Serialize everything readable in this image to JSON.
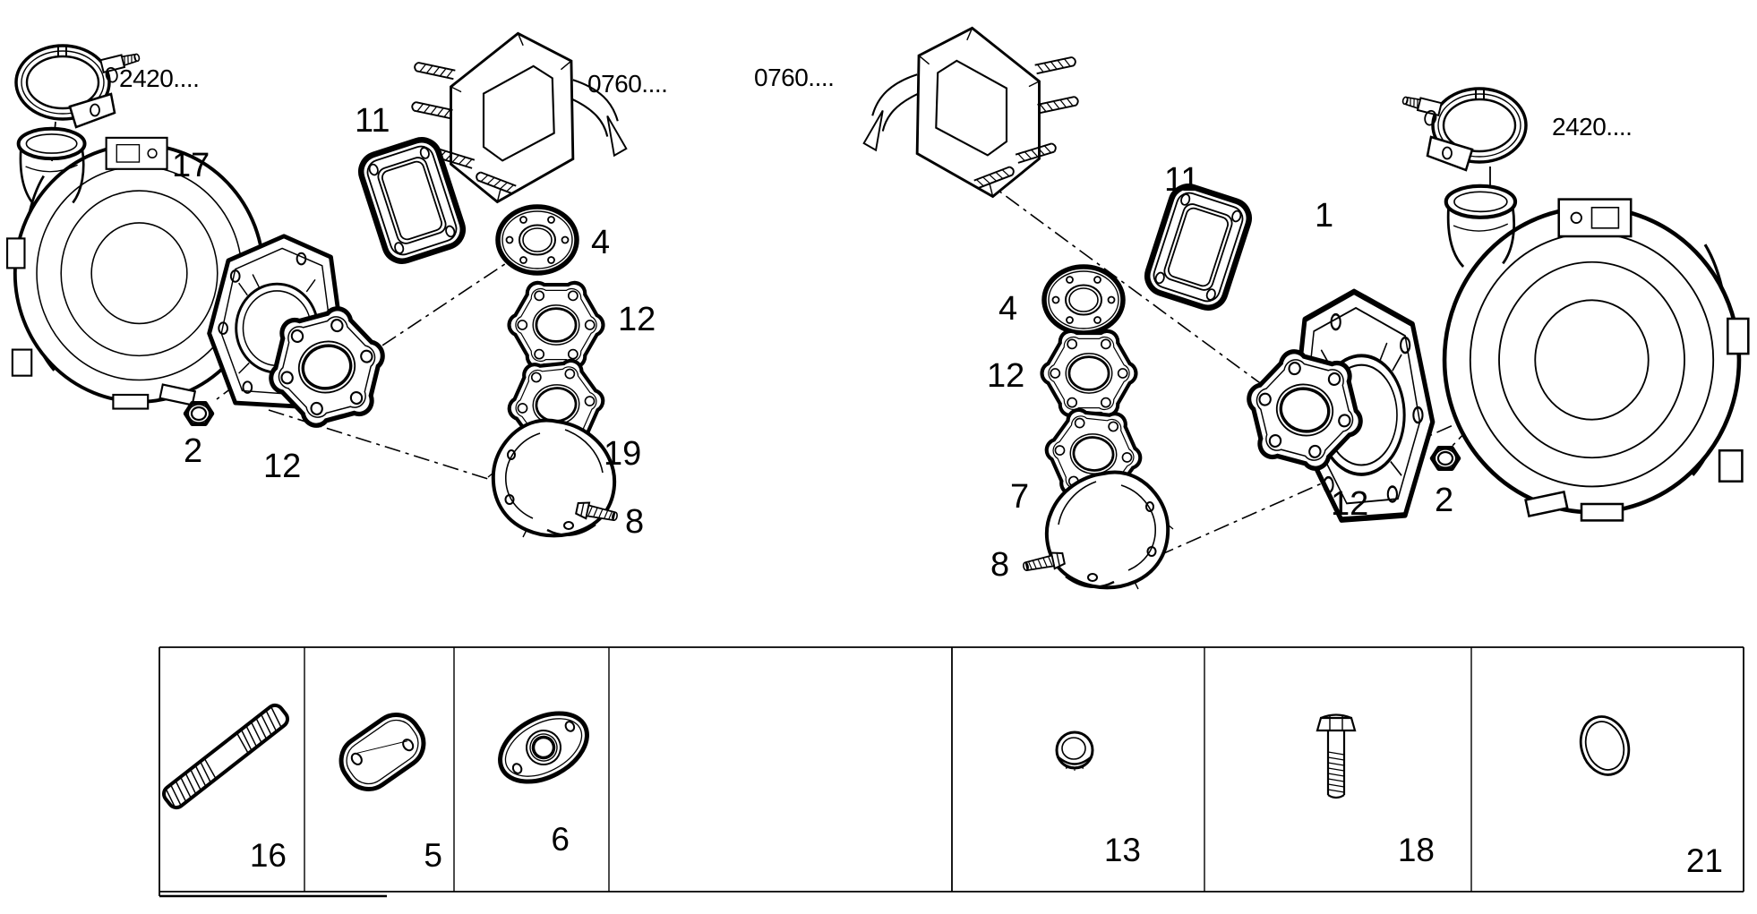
{
  "diagram": {
    "background": "#ffffff",
    "line_color": "#000000",
    "left": {
      "clamp_ref": "2420....",
      "manifold_ref": "0760....",
      "turbocharger": "17",
      "inlet_gasket": "11",
      "flange": "4",
      "gasket_a": "12",
      "elbow": "19",
      "screw": "8",
      "nut": "2",
      "gasket_b": "12"
    },
    "right": {
      "clamp_ref": "2420....",
      "manifold_ref": "0760....",
      "turbocharger": "1",
      "inlet_gasket": "11",
      "flange": "4",
      "gasket_a": "12",
      "elbow": "7",
      "screw": "8",
      "nut": "2",
      "gasket_b": "12"
    },
    "legend": {
      "cells": [
        {
          "label": "16",
          "item": "stud"
        },
        {
          "label": "5",
          "item": "cover-plate"
        },
        {
          "label": "6",
          "item": "oval-flange"
        },
        {
          "label": "13",
          "item": "plug-cap"
        },
        {
          "label": "18",
          "item": "hex-bolt"
        },
        {
          "label": "21",
          "item": "seal-ring"
        }
      ]
    }
  }
}
